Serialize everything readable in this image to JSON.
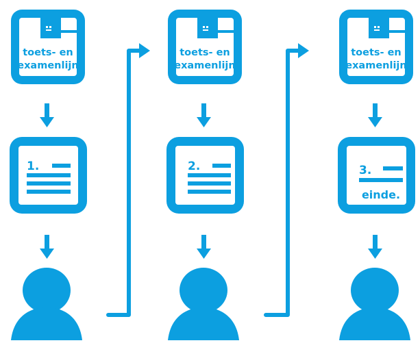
{
  "colors": {
    "accent": "#0c9fe0",
    "background": "#ffffff"
  },
  "columns": [
    {
      "header_card": {
        "icon": "rijksoverheid-logo-icon",
        "line1": "toets- en",
        "line2": "examenlijn"
      },
      "doc_card": {
        "number": "1.",
        "ending": ""
      },
      "person_icon": "user-icon"
    },
    {
      "header_card": {
        "icon": "rijksoverheid-logo-icon",
        "line1": "toets- en",
        "line2": "examenlijn"
      },
      "doc_card": {
        "number": "2.",
        "ending": ""
      },
      "person_icon": "user-icon"
    },
    {
      "header_card": {
        "icon": "rijksoverheid-logo-icon",
        "line1": "toets- en",
        "line2": "examenlijn"
      },
      "doc_card": {
        "number": "3.",
        "ending": "einde."
      },
      "person_icon": "user-icon"
    }
  ],
  "connectors": [
    "bracket-arrow",
    "bracket-arrow"
  ]
}
